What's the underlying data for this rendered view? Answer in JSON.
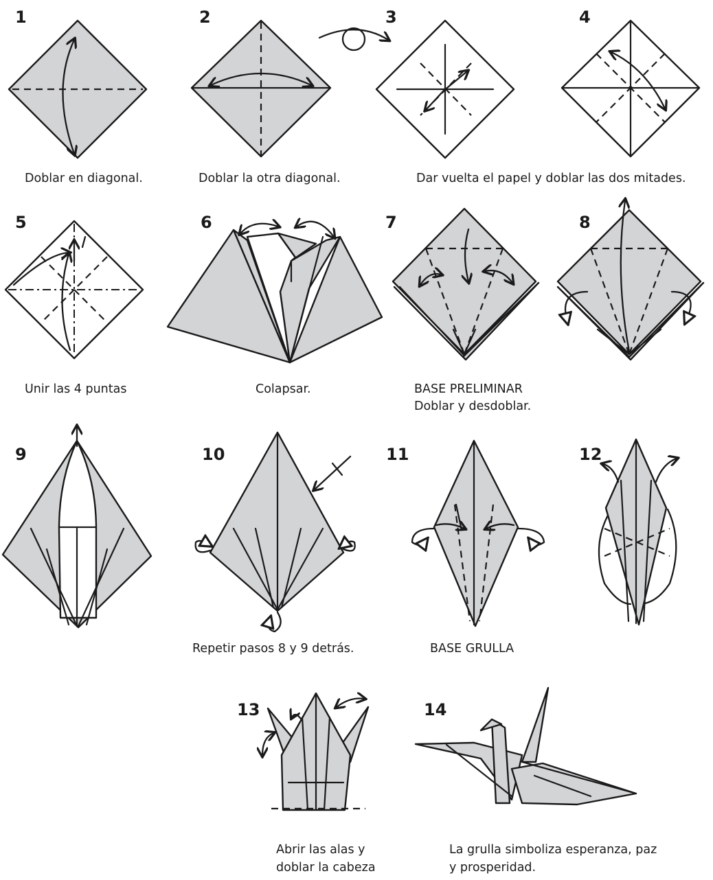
{
  "steps": [
    {
      "number": "1",
      "caption": "Doblar en diagonal."
    },
    {
      "number": "2",
      "caption": "Doblar la otra diagonal."
    },
    {
      "number": "3",
      "caption": "Dar vuelta el papel y doblar las dos mitades."
    },
    {
      "number": "4",
      "caption": ""
    },
    {
      "number": "5",
      "caption": "Unir las 4 puntas"
    },
    {
      "number": "6",
      "caption": "Colapsar."
    },
    {
      "number": "7",
      "caption": "BASE PRELIMINAR",
      "caption2": "Doblar y desdoblar."
    },
    {
      "number": "8",
      "caption": ""
    },
    {
      "number": "9",
      "caption": ""
    },
    {
      "number": "10",
      "caption": "Repetir pasos 8 y 9 detrás."
    },
    {
      "number": "11",
      "caption": "BASE GRULLA"
    },
    {
      "number": "12",
      "caption": ""
    },
    {
      "number": "13",
      "caption": "Abrir las alas y",
      "caption2": "doblar la cabeza"
    },
    {
      "number": "14",
      "caption": "La grulla simboliza esperanza, paz",
      "caption2": "y prosperidad."
    }
  ],
  "colors": {
    "paper": "#d3d4d6",
    "ink": "#1a1a1a",
    "background": "#ffffff"
  }
}
